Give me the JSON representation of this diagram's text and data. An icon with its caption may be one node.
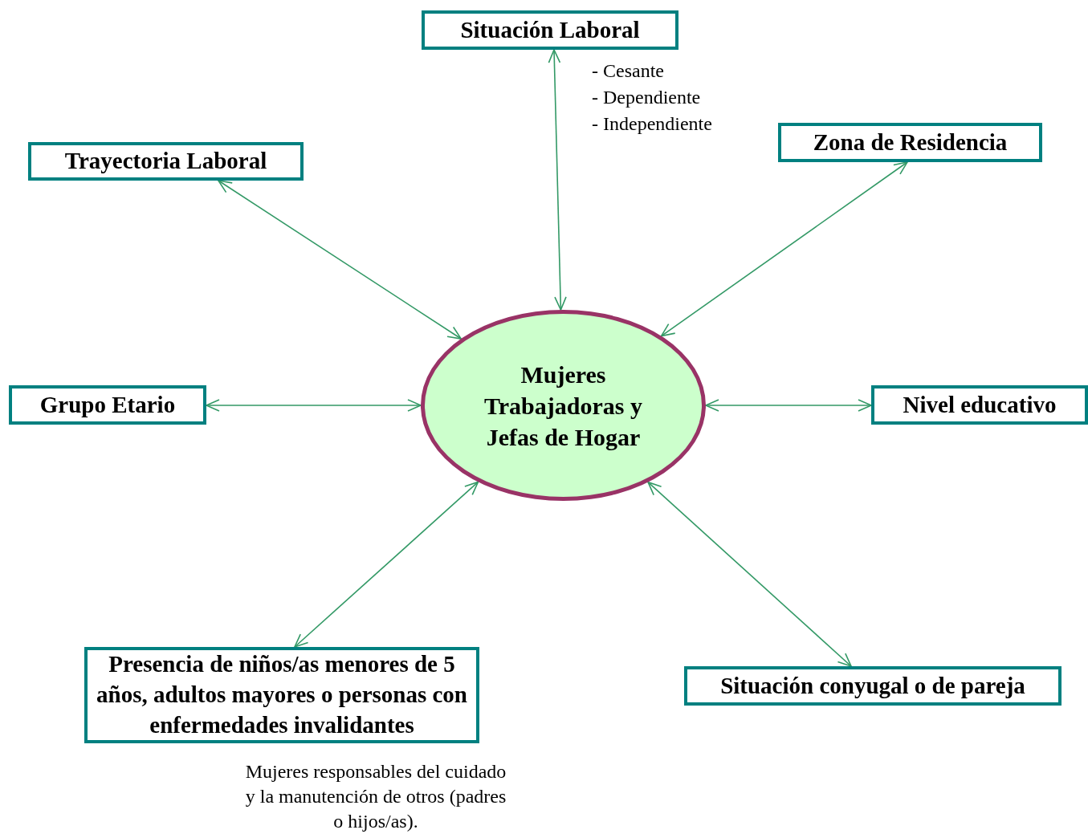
{
  "diagram": {
    "nodes": [
      {
        "text": [
          "Situación Laboral"
        ],
        "beside": [
          "- Cesante",
          "- Dependiente",
          "- Independiente"
        ]
      },
      {
        "text": [
          "Trayectoria Laboral"
        ]
      },
      {
        "text": [
          "Zona de Residencia"
        ]
      },
      {
        "text": [
          "Mujeres Trabajadoras y Jefas de Hogar"
        ]
      },
      {
        "text": [
          "Grupo Etario"
        ]
      },
      {
        "text": [
          "Nivel educativo"
        ]
      },
      {
        "text": [
          "Presencia de niños/as menores de 5 años, adultos mayores o personas con enfermedades invalidantes"
        ],
        "beside": [
          "Mujeres responsables del cuidado y la manutención de otros (padres o hijos/as)."
        ]
      },
      {
        "text": [
          "Situación conyugal o de pareja"
        ]
      }
    ],
    "edges": [
      {
        "from": 3,
        "to": 0,
        "arrow": "both"
      },
      {
        "from": 3,
        "to": 1,
        "arrow": "both"
      },
      {
        "from": 3,
        "to": 2,
        "arrow": "both"
      },
      {
        "from": 3,
        "to": 4,
        "arrow": "both"
      },
      {
        "from": 3,
        "to": 5,
        "arrow": "both"
      },
      {
        "from": 3,
        "to": 6,
        "arrow": "both"
      },
      {
        "from": 3,
        "to": 7,
        "arrow": "both"
      }
    ]
  }
}
